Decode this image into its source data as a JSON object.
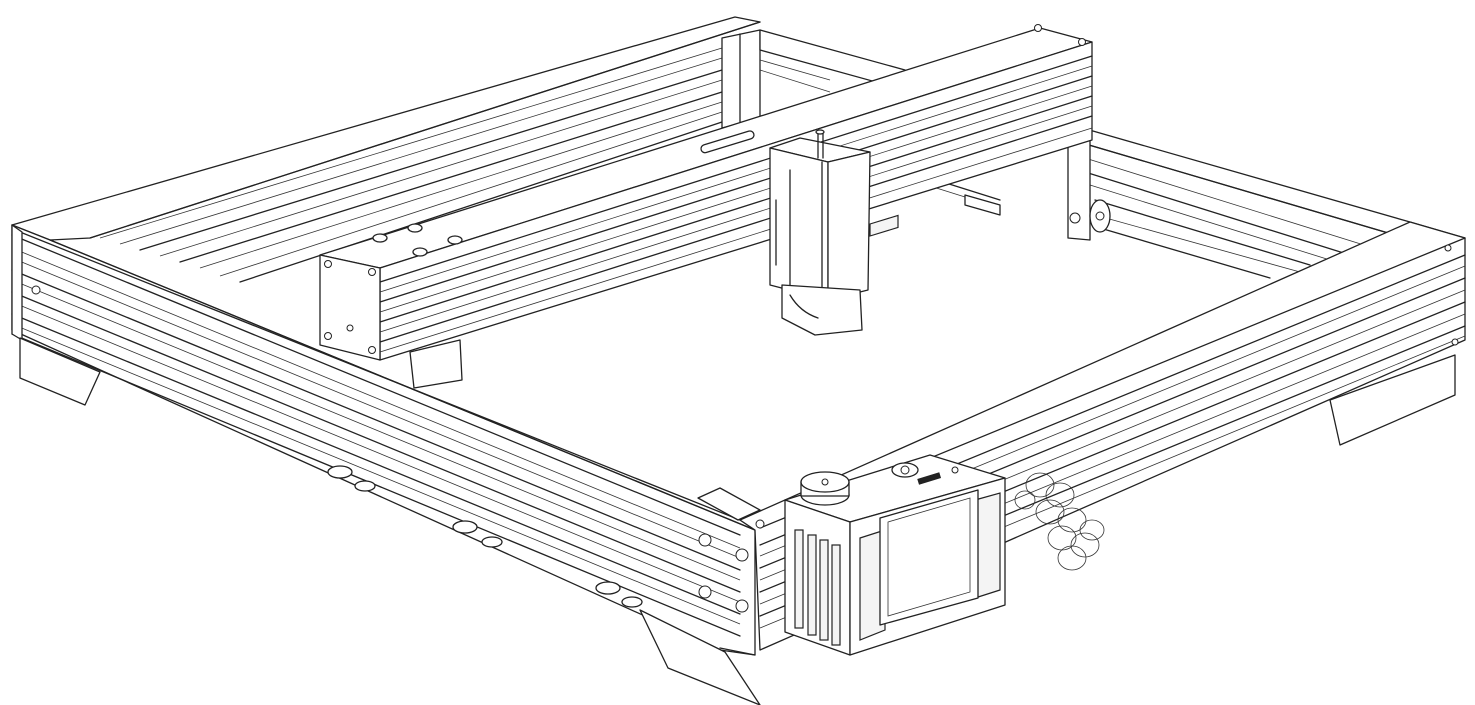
{
  "figure": {
    "subject": "laser-engraver-frame",
    "style": "line-art",
    "line_color": "#222222",
    "background": "#ffffff"
  },
  "parts": {
    "frame": {
      "icon": "frame-rails"
    },
    "gantry": {
      "icon": "x-axis-beam"
    },
    "laser_module": {
      "icon": "laser-head"
    },
    "control_box": {
      "icon": "control-panel"
    },
    "knob": {
      "icon": "emergency-knob"
    },
    "screen": {
      "icon": "touch-display"
    },
    "cable": {
      "icon": "coiled-cable"
    }
  }
}
